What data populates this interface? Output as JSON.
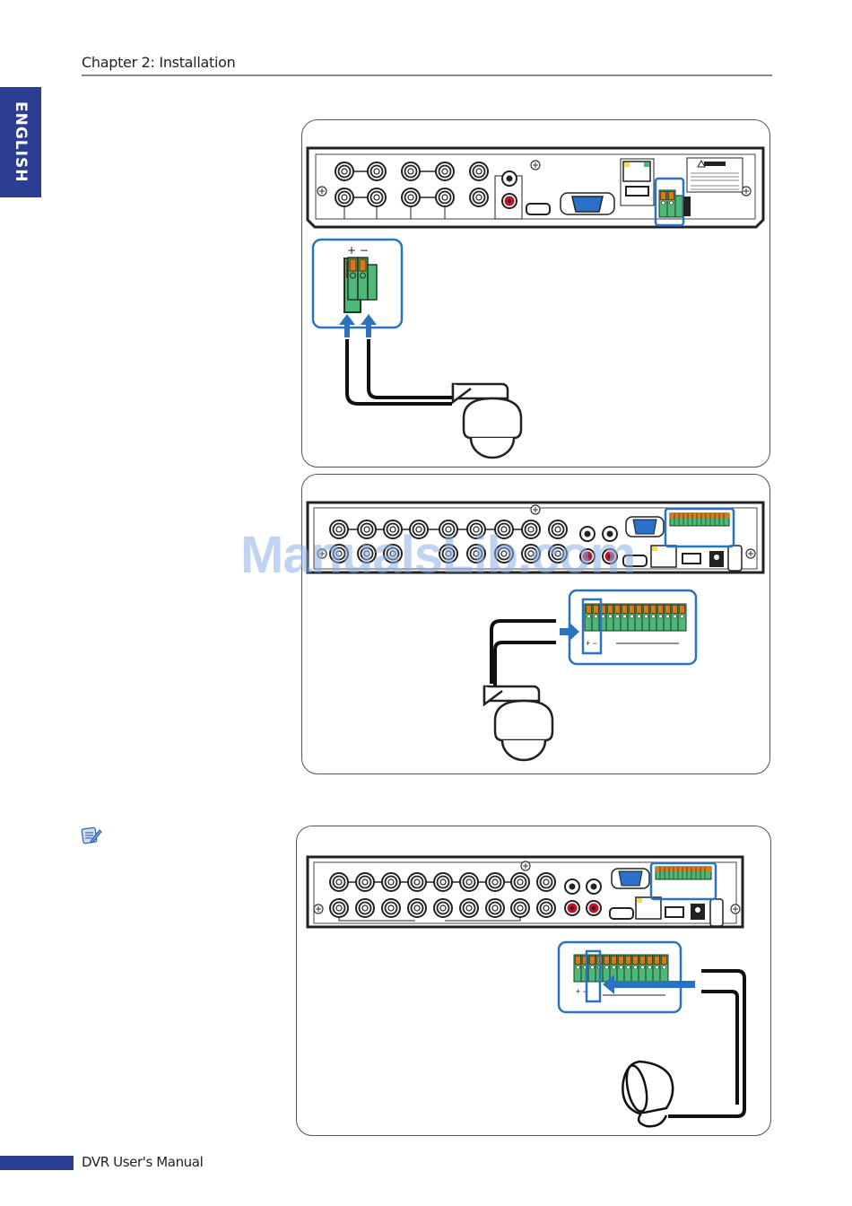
{
  "header": {
    "title": "Chapter 2: Installation"
  },
  "side_tab": {
    "label": "ENGLISH"
  },
  "footer": {
    "label": "DVR User's Manual"
  },
  "watermark": {
    "text": "ManualsLib.com"
  },
  "figures": [
    {
      "id": "ptz-4ch",
      "device": "4-channel DVR rear panel",
      "connector": "RS-485 terminal",
      "terminal_labels": [
        "+",
        "−"
      ],
      "peripheral": "PTZ dome camera",
      "arrow": "up"
    },
    {
      "id": "ptz-8ch",
      "device": "8-channel DVR rear panel",
      "connector": "RS-485 / alarm terminal block",
      "terminal_labels": [
        "+",
        "−"
      ],
      "peripheral": "PTZ dome camera",
      "arrow": "right"
    },
    {
      "id": "alarm-16ch",
      "device": "16-channel DVR rear panel",
      "connector": "alarm output terminal block",
      "peripheral": "siren / alarm horn",
      "arrow": "left"
    }
  ],
  "colors": {
    "brand_blue": "#2c3e91",
    "highlight_blue": "#2b73c0",
    "terminal_green": "#4fb878",
    "terminal_orange": "#d67a20",
    "port_red": "#c8102e",
    "vga_blue": "#2a6fc9"
  },
  "icons": {
    "note": "note-pencil-icon"
  }
}
